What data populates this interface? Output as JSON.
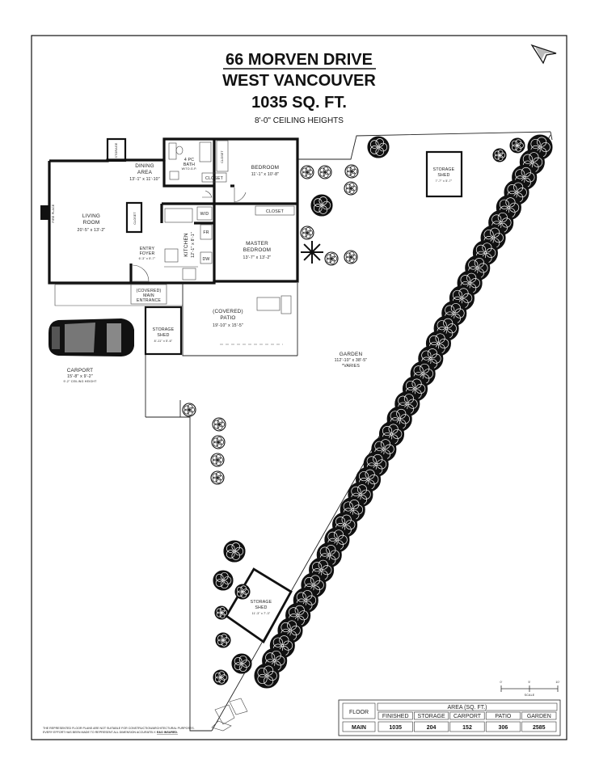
{
  "title": {
    "address": "66 MORVEN DRIVE",
    "city": "WEST VANCOUVER",
    "area": "1035 SQ. FT.",
    "ceiling": "8'-0\" CEILING HEIGHTS"
  },
  "rooms": {
    "dining": {
      "name1": "DINING",
      "name2": "AREA",
      "dims": "13'-1\" x 11'-10\""
    },
    "living": {
      "name1": "LIVING",
      "name2": "ROOM",
      "dims": "20'-5\" x 13'-2\""
    },
    "bath": {
      "name1": "4 PC",
      "name2": "BATH",
      "note": "W/TO.G.P."
    },
    "bedroom": {
      "name": "BEDROOM",
      "dims": "11'-1\" x 10'-8\""
    },
    "master": {
      "name1": "MASTER",
      "name2": "BEDROOM",
      "dims": "13'-7\" x 13'-2\""
    },
    "kitchen": {
      "name": "KITCHEN",
      "dims": "12'-1\" x 8'-1\""
    },
    "entry": {
      "name1": "ENTRY",
      "name2": "FOYER",
      "dims": "6'-3\" x 5'-7\""
    },
    "main_entrance": {
      "line1": "(COVERED)",
      "line2": "MAIN",
      "line3": "ENTRANCE"
    },
    "patio": {
      "line1": "(COVERED)",
      "line2": "PATIO",
      "dims": "19'-10\" x 15'-5\""
    },
    "shed_small": {
      "name1": "STORAGE",
      "name2": "SHED",
      "dims": "8'-11\" x 5'-6\""
    },
    "shed_top": {
      "name1": "STORAGE",
      "name2": "SHED",
      "dims": "7'-7\" x 5'-7\""
    },
    "shed_bottom": {
      "name1": "STORAGE",
      "name2": "SHED",
      "dims": "11'-3\" x 7'-3\""
    },
    "carport": {
      "name": "CARPORT",
      "dims": "15'-8\" x 9'-2\"",
      "ceiling": "9'-2\" CEILING HEIGHT"
    },
    "garden": {
      "name": "GARDEN",
      "dims": "112'-10\" x 38'-5\"",
      "note": "*VARIES"
    }
  },
  "labels": {
    "closet": "CLOSET",
    "wd": "W/D",
    "fr": "FR",
    "dw": "DW",
    "fireplace": "FIRE PLACE",
    "storage_nook": "STORAGE"
  },
  "scale": {
    "ticks": [
      "0'",
      "5'",
      "10'"
    ],
    "label": "SCALE"
  },
  "disclaimer": {
    "line1": "THE REPRESENTED FLOOR PLANS ARE NOT SUITABLE FOR CONSTRUCTION/ARCHITECTURAL PURPOSES.",
    "line2": "EVERY EFFORT HAS BEEN MADE TO REPRESENT ALL DIMENSION ACCURATELY.",
    "line2_emph": "E&O INSURED."
  },
  "area_table": {
    "floor_header": "FLOOR",
    "area_header": "AREA (SQ. FT.)",
    "columns": [
      "FINISHED",
      "STORAGE",
      "CARPORT",
      "PATIO",
      "GARDEN"
    ],
    "rows": [
      {
        "floor": "MAIN",
        "values": [
          "1035",
          "204",
          "152",
          "306",
          "2585"
        ]
      }
    ]
  }
}
